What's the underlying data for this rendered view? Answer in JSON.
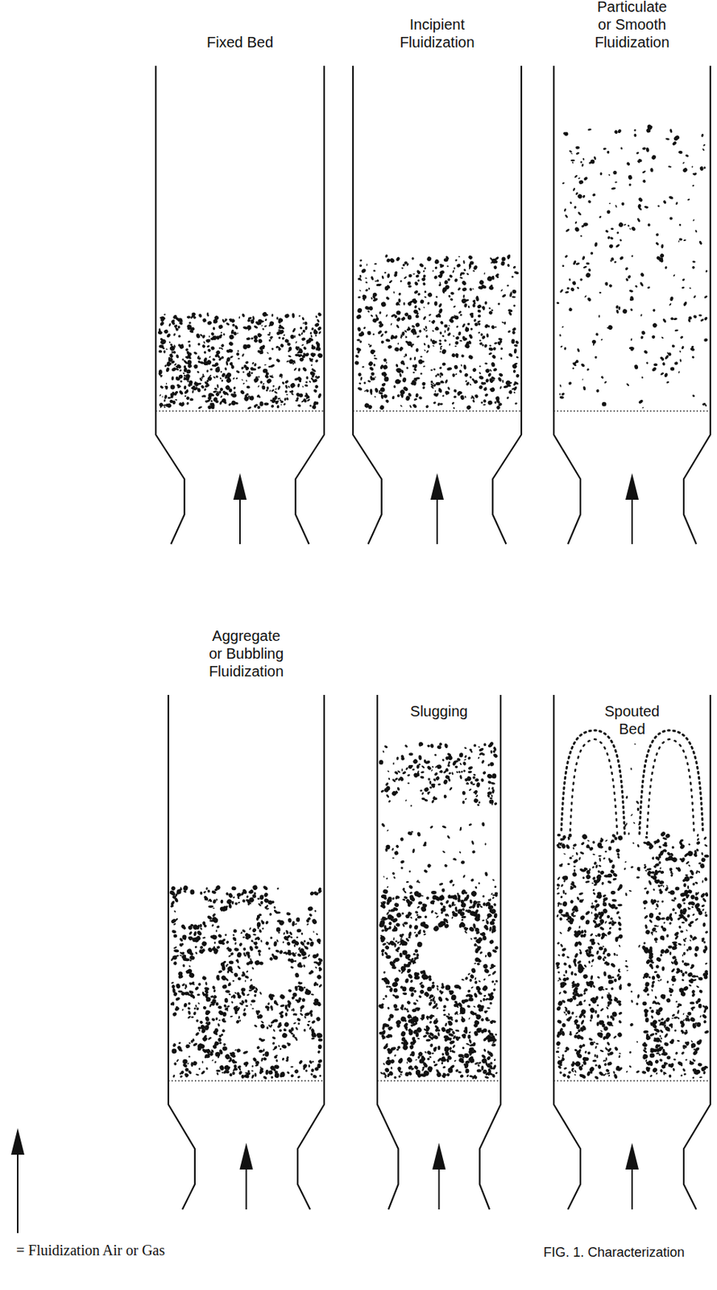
{
  "diagram": {
    "caption": "FIG. 1. Characterization",
    "nodes": [
      {
        "text": [
          "Fixed Bed"
        ]
      },
      {
        "text": [
          "Incipient Fluidization"
        ]
      },
      {
        "text": [
          "Particulate or Smooth Fluidization"
        ]
      },
      {
        "text": [
          "Aggregate or Bubbling Fluidization"
        ]
      },
      {
        "text": [
          "Slugging"
        ]
      },
      {
        "text": [
          "Spouted Bed"
        ]
      }
    ],
    "legend": [
      {
        "text": "= Fluidization Air or Gas"
      }
    ]
  }
}
